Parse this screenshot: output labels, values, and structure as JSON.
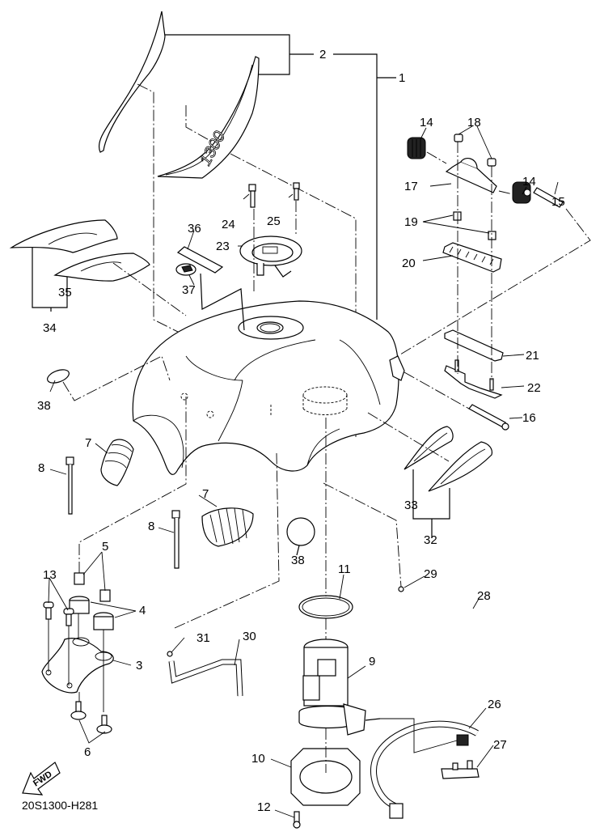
{
  "diagram": {
    "title": "Fuel tank exploded parts diagram",
    "drawing_code": "20S1300-H281",
    "direction_label": "FWD",
    "emblem_text": "1300",
    "callouts": [
      {
        "id": "c1",
        "label": "1"
      },
      {
        "id": "c2",
        "label": "2"
      },
      {
        "id": "c3",
        "label": "3"
      },
      {
        "id": "c4",
        "label": "4"
      },
      {
        "id": "c5",
        "label": "5"
      },
      {
        "id": "c6",
        "label": "6"
      },
      {
        "id": "c7a",
        "label": "7"
      },
      {
        "id": "c7b",
        "label": "7"
      },
      {
        "id": "c8a",
        "label": "8"
      },
      {
        "id": "c8b",
        "label": "8"
      },
      {
        "id": "c9",
        "label": "9"
      },
      {
        "id": "c10",
        "label": "10"
      },
      {
        "id": "c11",
        "label": "11"
      },
      {
        "id": "c12",
        "label": "12"
      },
      {
        "id": "c13",
        "label": "13"
      },
      {
        "id": "c14a",
        "label": "14"
      },
      {
        "id": "c14b",
        "label": "14"
      },
      {
        "id": "c15",
        "label": "15"
      },
      {
        "id": "c16",
        "label": "16"
      },
      {
        "id": "c17",
        "label": "17"
      },
      {
        "id": "c18",
        "label": "18"
      },
      {
        "id": "c19",
        "label": "19"
      },
      {
        "id": "c20",
        "label": "20"
      },
      {
        "id": "c21",
        "label": "21"
      },
      {
        "id": "c22",
        "label": "22"
      },
      {
        "id": "c23",
        "label": "23"
      },
      {
        "id": "c24",
        "label": "24"
      },
      {
        "id": "c25",
        "label": "25"
      },
      {
        "id": "c26",
        "label": "26"
      },
      {
        "id": "c27",
        "label": "27"
      },
      {
        "id": "c28",
        "label": "28"
      },
      {
        "id": "c29",
        "label": "29"
      },
      {
        "id": "c30",
        "label": "30"
      },
      {
        "id": "c31",
        "label": "31"
      },
      {
        "id": "c32",
        "label": "32"
      },
      {
        "id": "c33",
        "label": "33"
      },
      {
        "id": "c34",
        "label": "34"
      },
      {
        "id": "c35",
        "label": "35"
      },
      {
        "id": "c36",
        "label": "36"
      },
      {
        "id": "c37",
        "label": "37"
      },
      {
        "id": "c38a",
        "label": "38"
      },
      {
        "id": "c38b",
        "label": "38"
      }
    ]
  }
}
